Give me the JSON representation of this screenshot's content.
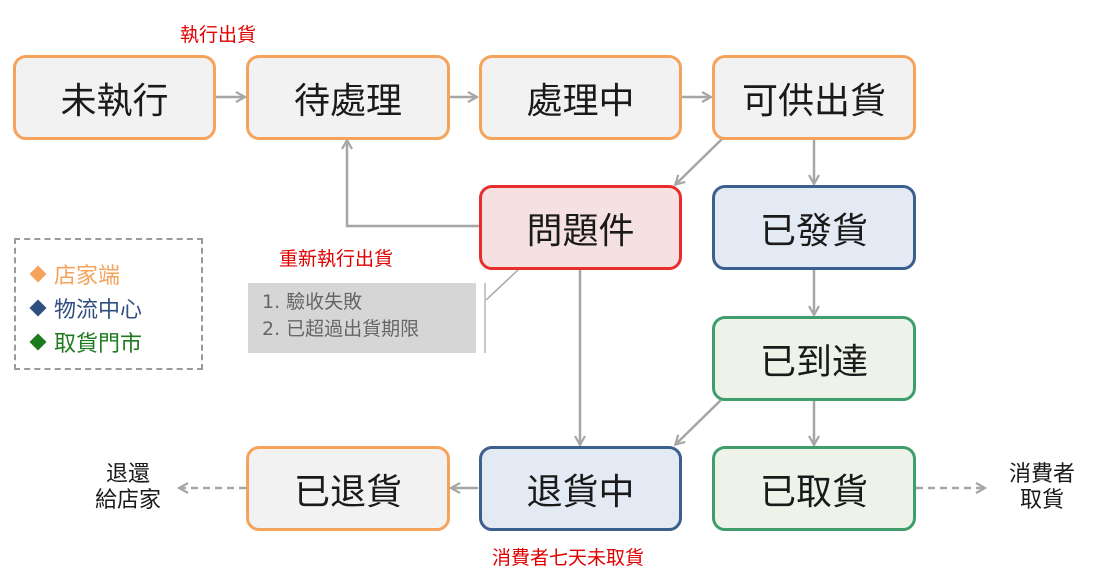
{
  "nodes": {
    "not_executed": "未執行",
    "pending": "待處理",
    "processing": "處理中",
    "ready_to_ship": "可供出貨",
    "problem": "問題件",
    "shipped": "已發貨",
    "arrived": "已到達",
    "picked_up": "已取貨",
    "returning": "退貨中",
    "returned": "已退貨"
  },
  "labels": {
    "execute_shipping": "執行出貨",
    "re_execute_shipping": "重新執行出貨",
    "seven_days": "消費者七天未取貨",
    "return_to_store": "退還\n給店家",
    "consumer_pickup": "消費者\n取貨"
  },
  "note": {
    "line1": "1. 驗收失敗",
    "line2": "2. 已超過出貨期限"
  },
  "legend": {
    "store": "店家端",
    "logistics": "物流中心",
    "pickup_store": "取貨門市"
  },
  "colors": {
    "orange": "#f5a35a",
    "red": "#e82d2d",
    "blue": "#3b5f8f",
    "green": "#3f9e6c",
    "arrow": "#a6a6a6",
    "label_red": "#e00000"
  }
}
